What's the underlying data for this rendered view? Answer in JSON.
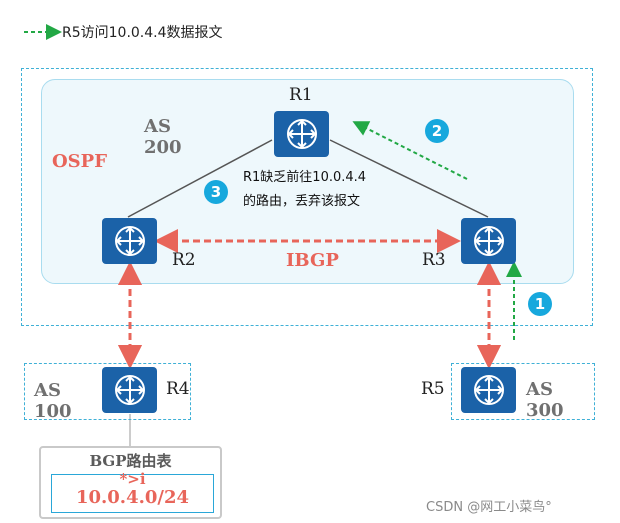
{
  "legend": {
    "text": "R5访问10.0.4.4数据报文",
    "color": "#22a845"
  },
  "as200": {
    "as_label": "AS",
    "as_number": "200",
    "igp": "OSPF",
    "ibgp": "IBGP"
  },
  "as100": {
    "as_label": "AS",
    "as_number": "100"
  },
  "as300": {
    "as_label": "AS",
    "as_number": "300"
  },
  "routers": {
    "r1": "R1",
    "r2": "R2",
    "r3": "R3",
    "r4": "R4",
    "r5": "R5"
  },
  "steps": {
    "s1": "1",
    "s2": "2",
    "s3": "3"
  },
  "note": {
    "line1": "R1缺乏前往10.0.4.4",
    "line2": "的路由，丢弃该报文"
  },
  "bgp_table": {
    "title": "BGP路由表",
    "flag": "*>i",
    "route": "10.0.4.0/24"
  },
  "watermark": "CSDN @网工小菜鸟°",
  "colors": {
    "router": "#1b62a8",
    "peer_link": "#e8655a",
    "traffic_arrow": "#22a845",
    "badge": "#17a8dd",
    "as_border": "#3fb0d6"
  }
}
